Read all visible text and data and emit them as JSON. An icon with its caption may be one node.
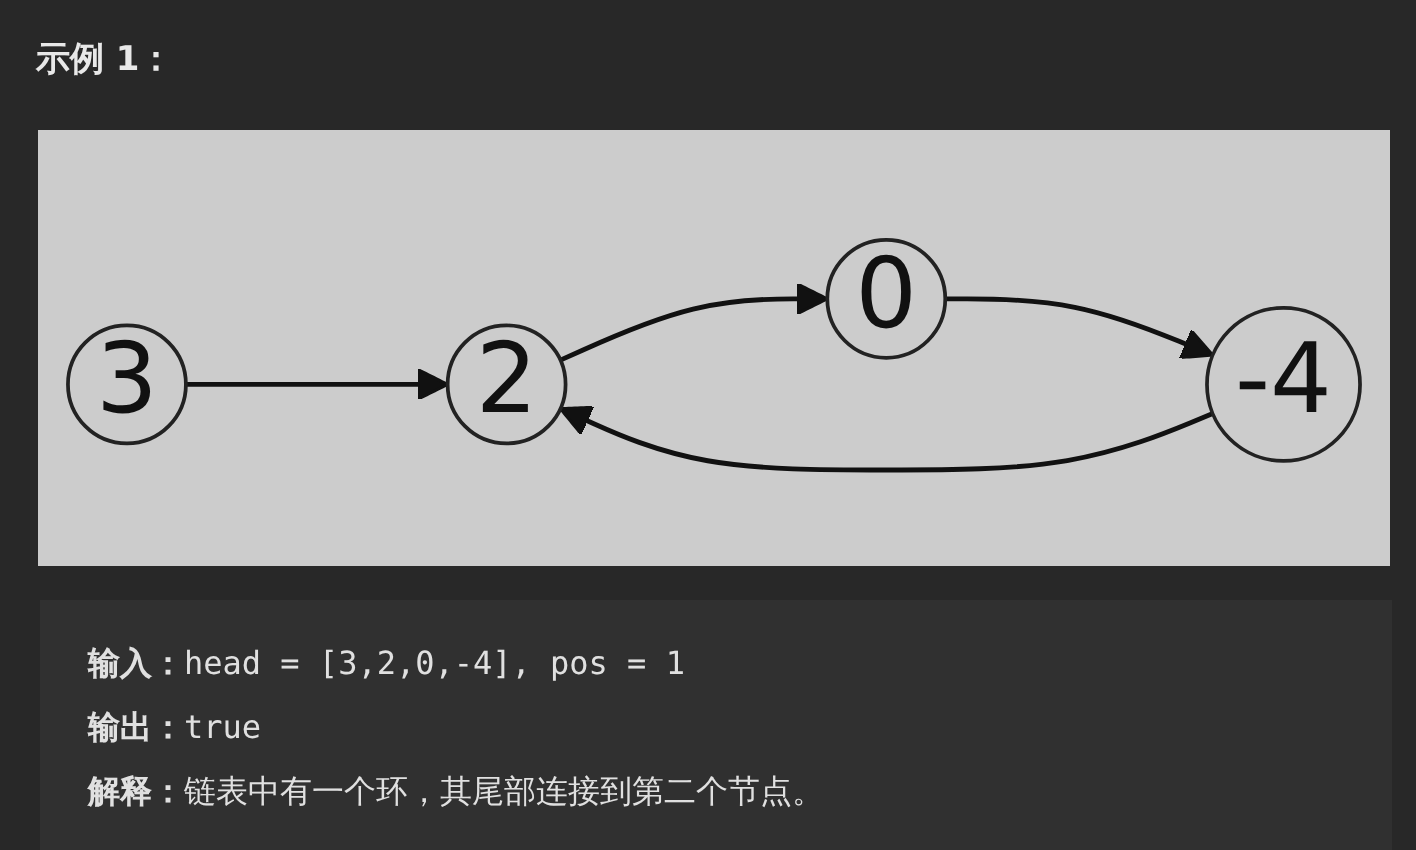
{
  "diagram": {
    "title": "示例 1：",
    "nodes": [
      {
        "text": [
          "3"
        ]
      },
      {
        "text": [
          "2"
        ]
      },
      {
        "text": [
          "0"
        ]
      },
      {
        "text": [
          "-4"
        ]
      }
    ],
    "edges": [
      {
        "from": 0,
        "to": 1,
        "arrow": "to"
      },
      {
        "from": 1,
        "to": 2,
        "arrow": "to"
      },
      {
        "from": 2,
        "to": 3,
        "arrow": "to"
      },
      {
        "from": 3,
        "to": 1,
        "arrow": "to"
      }
    ],
    "labels": [
      "**输入：**head = [3,2,0,-4], pos = 1",
      "**输出：**true",
      "**解释：**链表中有一个环，其尾部连接到第二个节点。"
    ]
  }
}
